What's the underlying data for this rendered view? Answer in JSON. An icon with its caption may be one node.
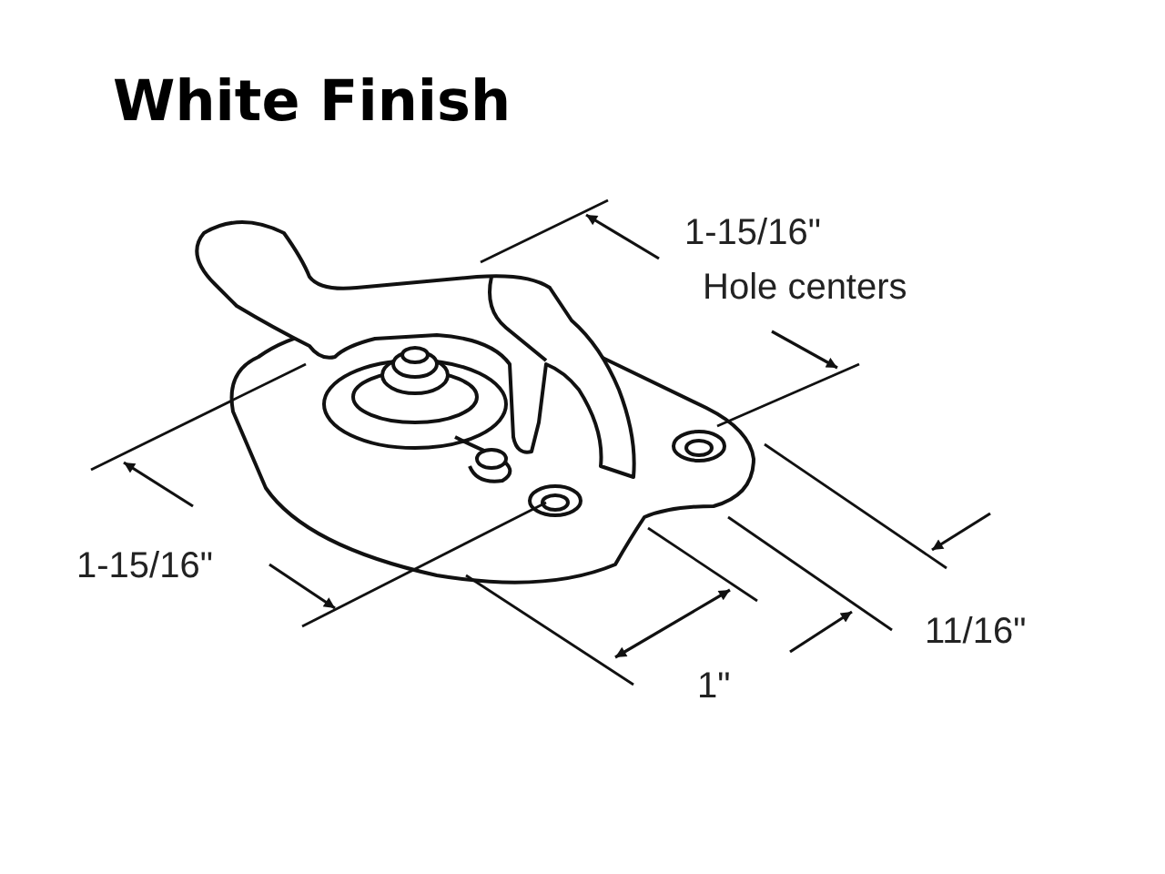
{
  "diagram": {
    "title": "White Finish",
    "labels": [
      "1-15/16\"",
      "Hole centers",
      "1-15/16\"",
      "1\"",
      "11/16\""
    ]
  }
}
